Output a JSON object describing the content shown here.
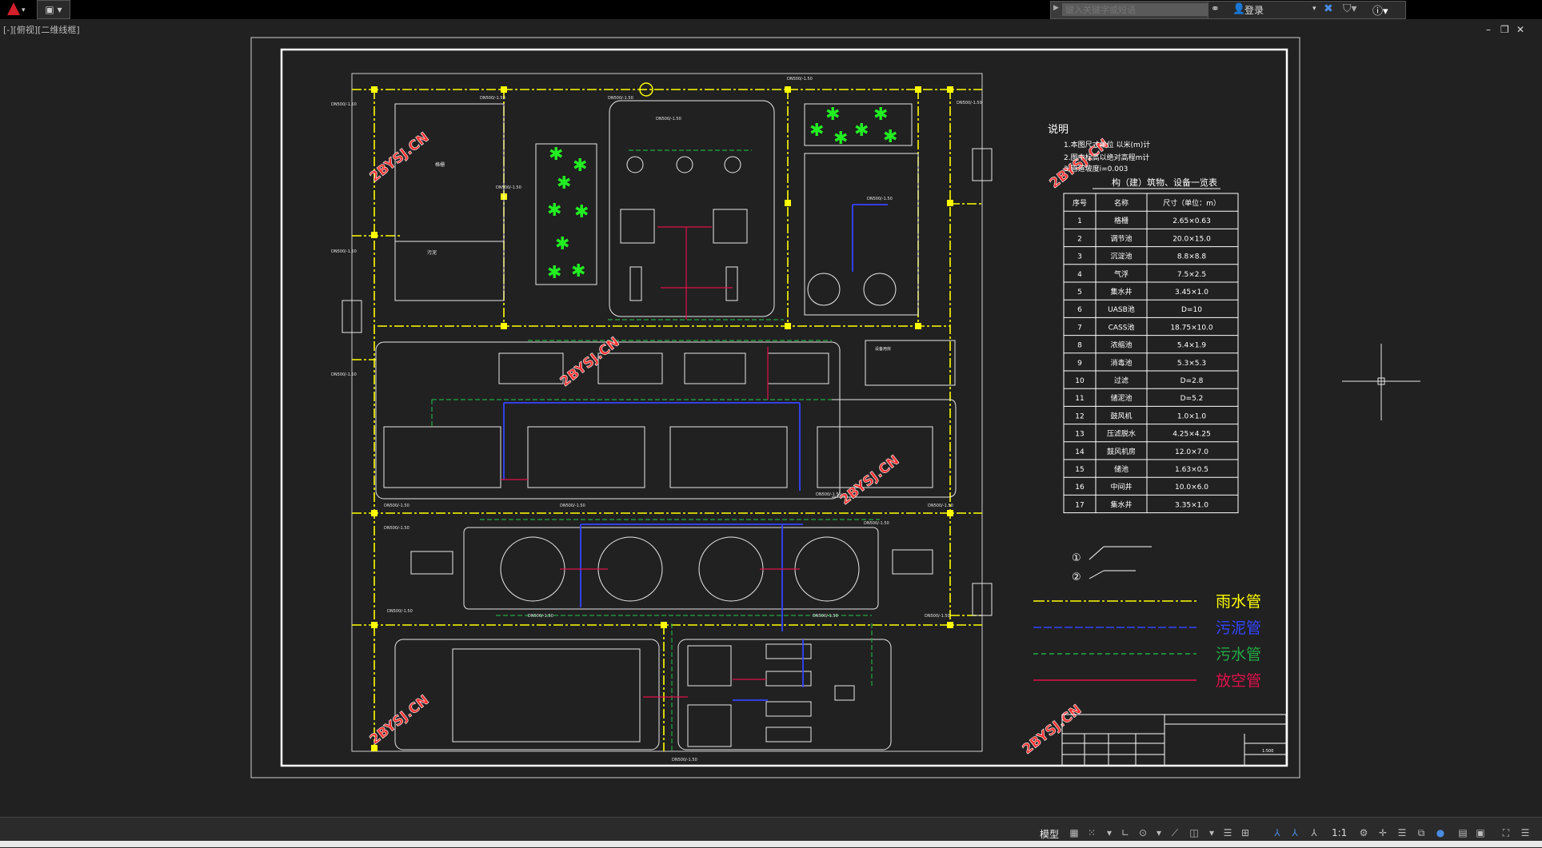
{
  "app": {
    "search_placeholder": "键入关键字或短语",
    "login_label": "登录",
    "view_label": "[-][俯视][二维线框]",
    "window_controls": [
      "–",
      "❐",
      "✕"
    ]
  },
  "drawing": {
    "notes_title": "说明",
    "notes": [
      "1.本图尺寸单位 以米(m)计",
      "2.图中标高以绝对高程m计",
      "3.管道坡度i=0.003"
    ],
    "table_title": "构（建）筑物、设备一览表",
    "table_headers": [
      "序号",
      "名称",
      "尺寸（单位：m）"
    ],
    "table_rows": [
      [
        "1",
        "格栅",
        "2.65×0.63"
      ],
      [
        "2",
        "调节池",
        "20.0×15.0"
      ],
      [
        "3",
        "沉淀池",
        "8.8×8.8"
      ],
      [
        "4",
        "气浮",
        "7.5×2.5"
      ],
      [
        "5",
        "集水井",
        "3.45×1.0"
      ],
      [
        "6",
        "UASB池",
        "D=10"
      ],
      [
        "7",
        "CASS池",
        "18.75×10.0"
      ],
      [
        "8",
        "浓缩池",
        "5.4×1.9"
      ],
      [
        "9",
        "消毒池",
        "5.3×5.3"
      ],
      [
        "10",
        "过滤",
        "D=2.8"
      ],
      [
        "11",
        "储泥池",
        "D=5.2"
      ],
      [
        "12",
        "鼓风机",
        "1.0×1.0"
      ],
      [
        "13",
        "压滤脱水",
        "4.25×4.25"
      ],
      [
        "14",
        "鼓风机房",
        "12.0×7.0"
      ],
      [
        "15",
        "储池",
        "1.63×0.5"
      ],
      [
        "16",
        "中间井",
        "10.0×6.0"
      ],
      [
        "17",
        "集水井",
        "3.35×1.0"
      ]
    ],
    "legend": [
      {
        "label": "雨水管",
        "color": "#ffff00"
      },
      {
        "label": "污泥管",
        "color": "#3344ff"
      },
      {
        "label": "污水管",
        "color": "#22aa44"
      },
      {
        "label": "放空管",
        "color": "#e0104a"
      }
    ],
    "watermark": "2BYSJ.CN",
    "labels": {
      "grid_zone": "格栅",
      "sludge": "污泥",
      "bldg_label": "设备用房",
      "elev_label": "DN500/-1.50",
      "circle1": "①",
      "circle2": "②",
      "scale": "1:500"
    }
  },
  "status": {
    "model_label": "模型",
    "scale_label": "1:1"
  },
  "colors": {
    "rain": "#ffff00",
    "sludge": "#3344ff",
    "sewage": "#22aa44",
    "vent": "#e0104a",
    "background": "#212121"
  }
}
